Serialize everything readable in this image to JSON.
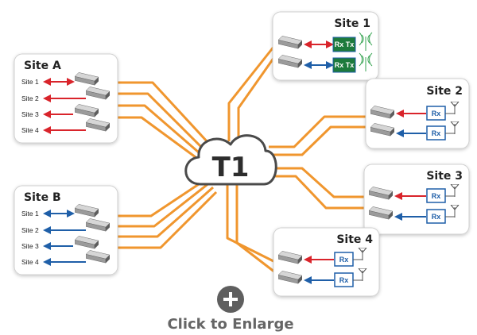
{
  "cloud": {
    "label": "T1"
  },
  "site_a": {
    "title": "Site A",
    "rows": [
      "Site 1",
      "Site 2",
      "Site 3",
      "Site 4"
    ]
  },
  "site_b": {
    "title": "Site B",
    "rows": [
      "Site 1",
      "Site 2",
      "Site 3",
      "Site 4"
    ]
  },
  "remote_sites": [
    {
      "title": "Site 1",
      "devices": [
        "Rx Tx",
        "Rx Tx"
      ]
    },
    {
      "title": "Site 2",
      "devices": [
        "Rx",
        "Rx"
      ]
    },
    {
      "title": "Site 3",
      "devices": [
        "Rx",
        "Rx"
      ]
    },
    {
      "title": "Site 4",
      "devices": [
        "Rx",
        "Rx"
      ]
    }
  ],
  "enlarge": {
    "label": "Click to Enlarge",
    "icon": "plus-icon"
  },
  "colors": {
    "trunk": "#f0962e",
    "red_link": "#d9242b",
    "blue_link": "#1f5fa8",
    "txrx_fill": "#1d7a3c",
    "rx_border": "#1f5fa8",
    "panel_border": "#d0d0d0",
    "cloud_border": "#4a4a4a",
    "device_dark": "#5d5d5d",
    "device_mid": "#9b9b9b",
    "device_light": "#d6d6d6",
    "enlarge_circle": "#5f5f5f"
  }
}
